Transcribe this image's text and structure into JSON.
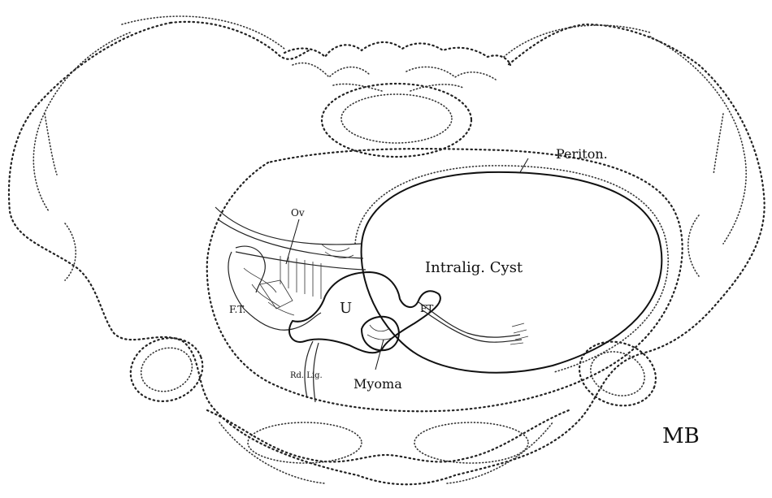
{
  "labels": {
    "peritoneum": "Periton.",
    "ovary": "Ov",
    "cyst": "Intralig. Cyst",
    "fallopian_tube_left": "F.T.",
    "uterus": "U",
    "fallopian_tube_right": "FT",
    "round_ligament": "Rd. Lig.",
    "myoma": "Myoma"
  },
  "artist_monogram": "MB"
}
